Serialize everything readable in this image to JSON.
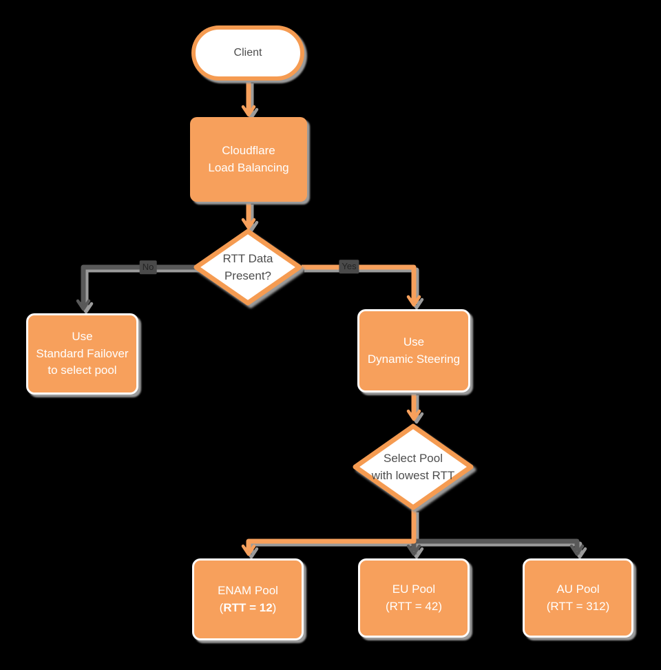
{
  "colors": {
    "bg": "#000000",
    "orange": "#F7A05C",
    "orange-border": "#F59B51",
    "gray-line": "#595959",
    "shadow": "#9B9B9B",
    "dark-text": "#4D4D4D",
    "white": "#FFFFFF",
    "label-bg": "#4A4A4A",
    "label-text": "#232323"
  },
  "nodes": {
    "client": {
      "label": "Client"
    },
    "load_balancer": {
      "line1": "Cloudflare",
      "line2": "Load Balancing"
    },
    "rtt_decision": {
      "line1": "RTT Data",
      "line2": "Present?"
    },
    "standard_failover": {
      "line1": "Use",
      "line2": "Standard Failover",
      "line3": "to select pool"
    },
    "dynamic_steering": {
      "line1": "Use",
      "line2": "Dynamic Steering"
    },
    "pool_decision": {
      "line1": "Select Pool",
      "line2": "with lowest RTT"
    },
    "enam_pool": {
      "line1": "ENAM Pool",
      "line2_open": "(",
      "line2_bold": "RTT = 12",
      "line2_close": ")"
    },
    "eu_pool": {
      "line1": "EU Pool",
      "line2": "(RTT = 42)"
    },
    "au_pool": {
      "line1": "AU Pool",
      "line2": "(RTT = 312)"
    }
  },
  "edge_labels": {
    "no": "No",
    "yes": "Yes"
  }
}
